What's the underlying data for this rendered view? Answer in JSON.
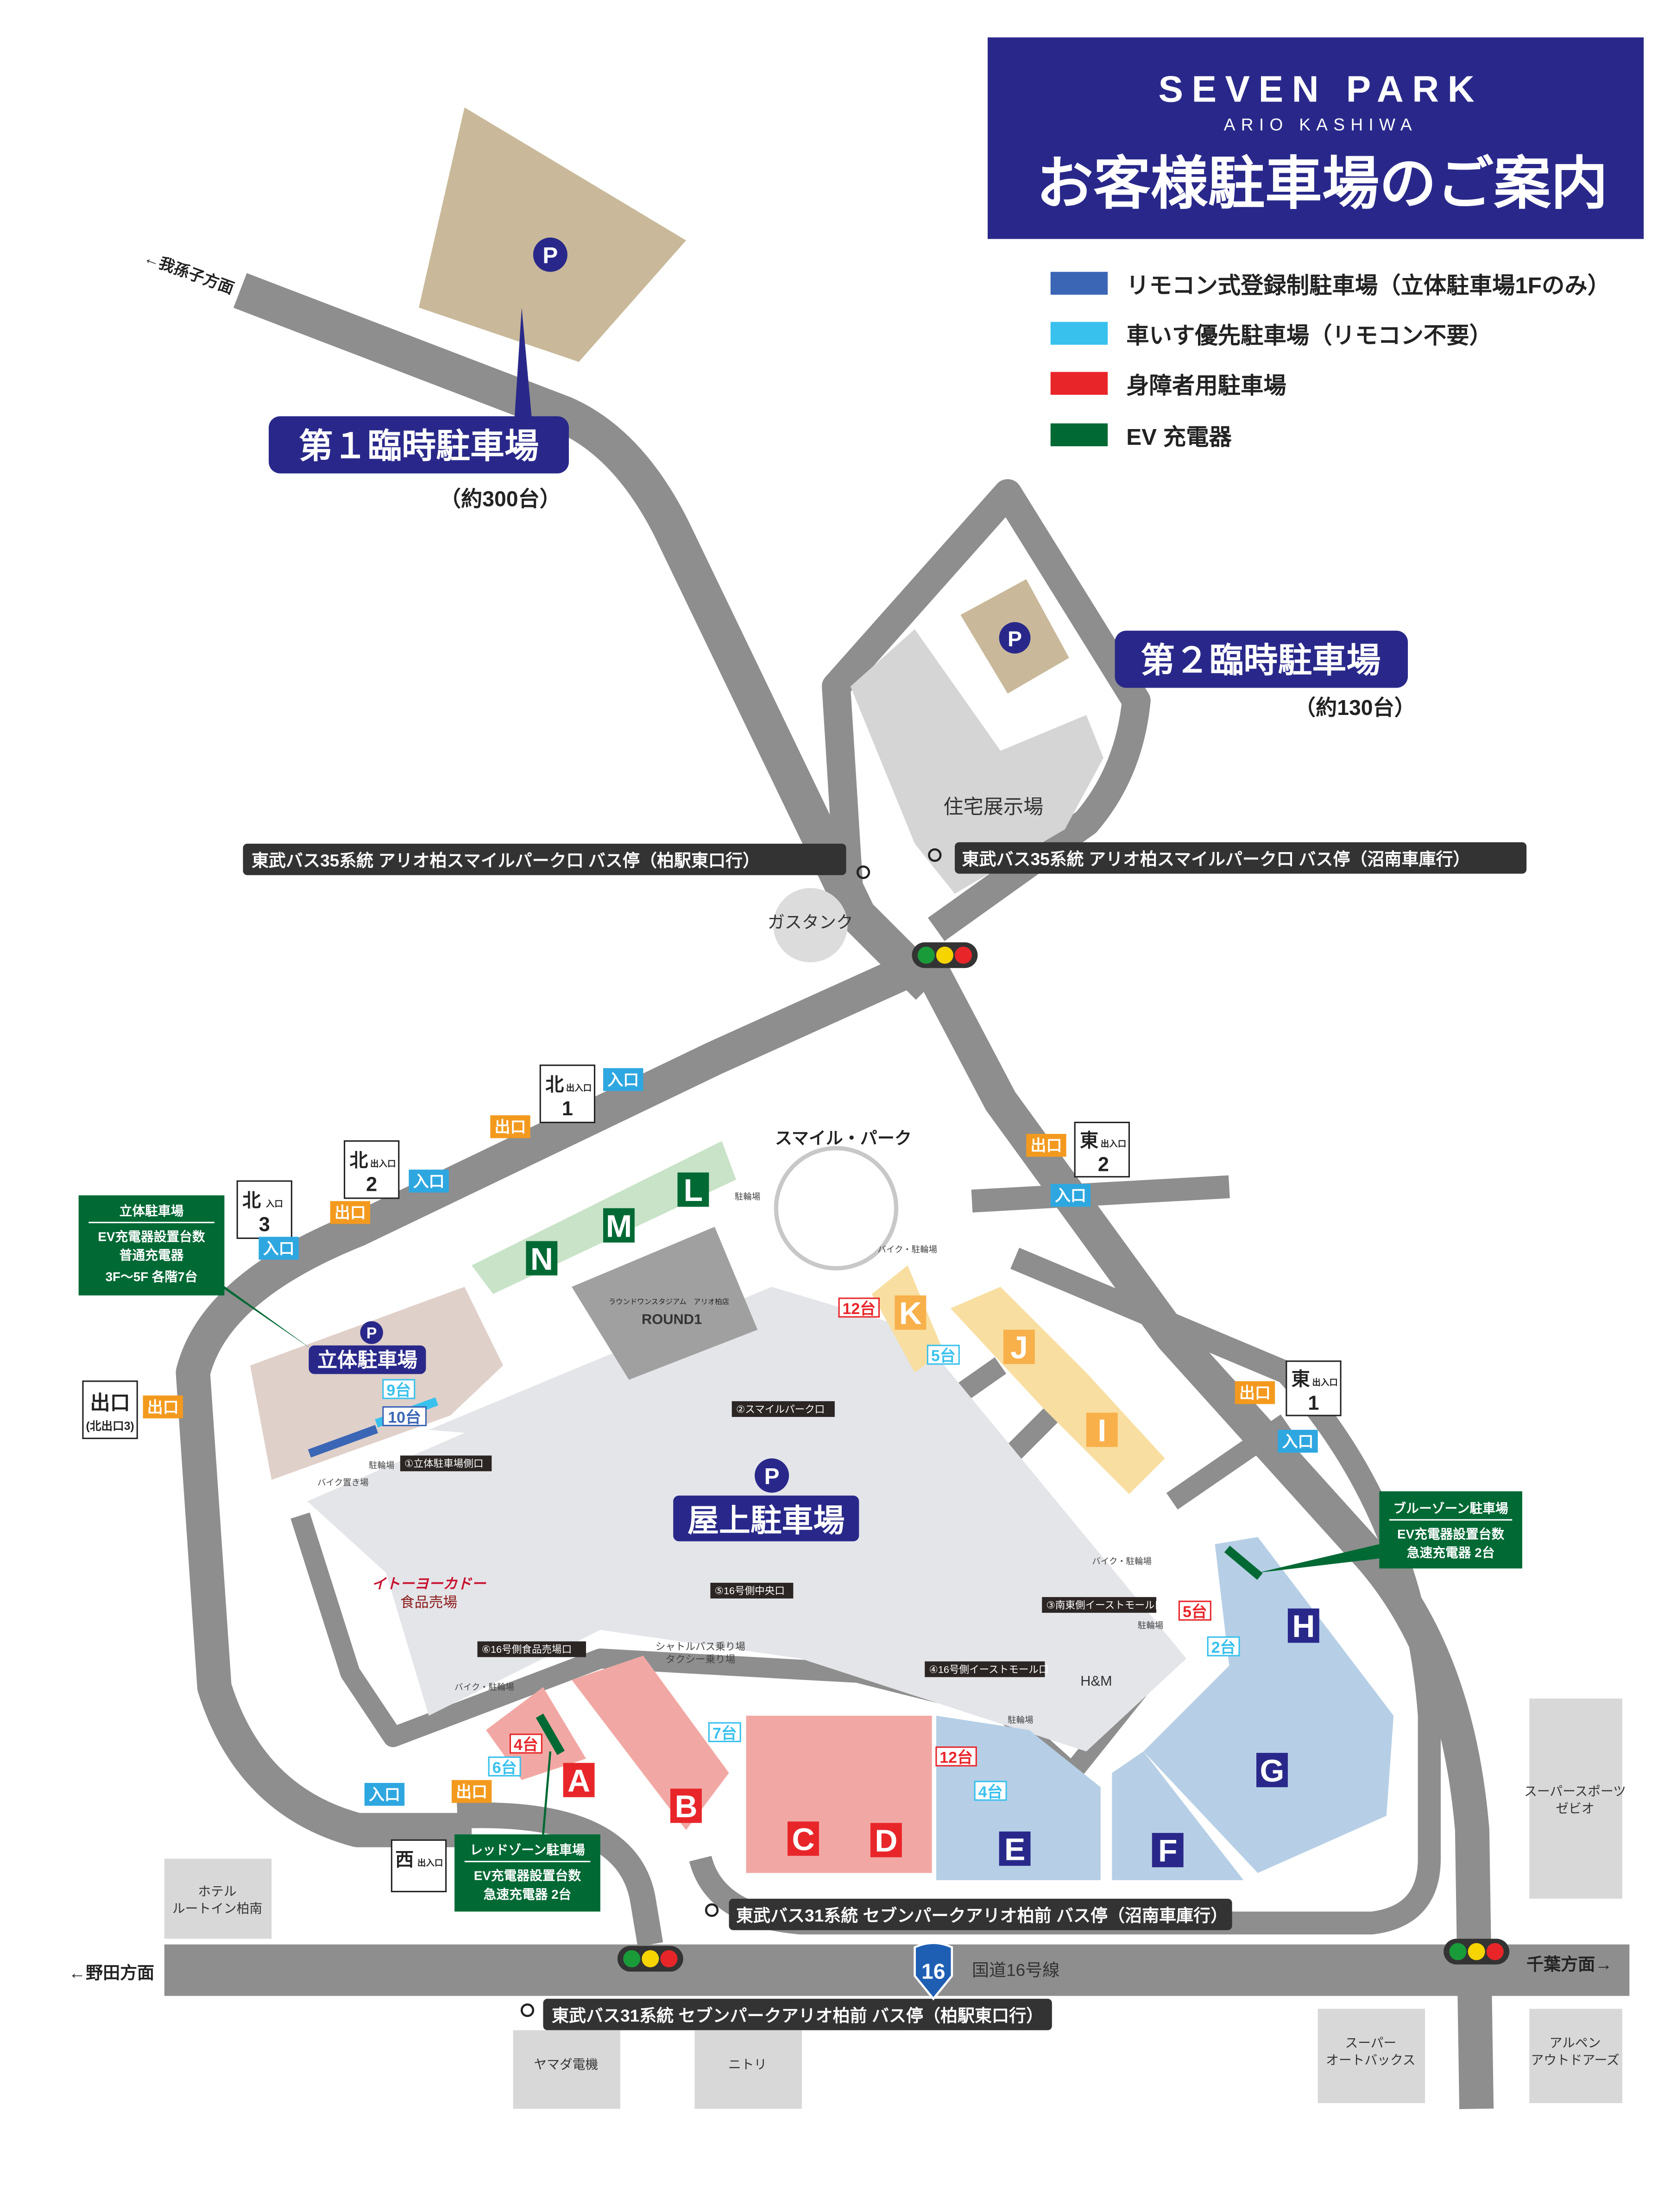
{
  "header": {
    "brand": "SEVEN PARK",
    "sub_brand": "ARIO KASHIWA",
    "title": "お客様駐車場のご案内",
    "color": "#29288a"
  },
  "legend": [
    {
      "label": "リモコン式登録制駐車場（立体駐車場1Fのみ）",
      "color": "#3a66b5"
    },
    {
      "label": "車いす優先駐車場（リモコン不要）",
      "color": "#39c1ee"
    },
    {
      "label": "身障者用駐車場",
      "color": "#e8262a"
    },
    {
      "label": "EV 充電器",
      "color": "#006934"
    }
  ],
  "lots": {
    "temp1": {
      "label": "第１臨時駐車場",
      "capacity": "（約300台）"
    },
    "temp2": {
      "label": "第２臨時駐車場",
      "capacity": "（約130台）"
    },
    "multistory": "立体駐車場",
    "rooftop": "屋上駐車場",
    "parking_icon": "P"
  },
  "zones": {
    "A": "A",
    "B": "B",
    "C": "C",
    "D": "D",
    "E": "E",
    "F": "F",
    "G": "G",
    "H": "H",
    "I": "I",
    "J": "J",
    "K": "K",
    "L": "L",
    "M": "M",
    "N": "N"
  },
  "counts": {
    "ms_wheel": "9台",
    "ms_remote": "10台",
    "k_red": "12台",
    "k_wheel": "5台",
    "b_wheel": "7台",
    "a_wheel": "6台",
    "a_red": "4台",
    "e_red": "12台",
    "e_wheel": "4台",
    "h_red": "5台",
    "h_wheel": "2台"
  },
  "gates": {
    "in": "入口",
    "out": "出口",
    "north1": {
      "dir": "北",
      "type": "出入口",
      "num": "1"
    },
    "north2": {
      "dir": "北",
      "type": "出入口",
      "num": "2"
    },
    "north3": {
      "dir": "北",
      "type": "入口",
      "num": "3"
    },
    "north_exit3": {
      "main": "出口",
      "sub": "(北出口3)"
    },
    "east2": {
      "dir": "東",
      "type": "出入口",
      "num": "2"
    },
    "east1": {
      "dir": "東",
      "type": "出入口",
      "num": "1"
    },
    "west": {
      "dir": "西",
      "type": "出入口"
    }
  },
  "ev_boxes": {
    "multistory": {
      "title": "立体駐車場",
      "lines": [
        "EV充電器設置台数",
        "普通充電器",
        "3F～5F 各階7台"
      ]
    },
    "blue_zone": {
      "title": "ブルーゾーン駐車場",
      "lines": [
        "EV充電器設置台数",
        "急速充電器 2台"
      ]
    },
    "red_zone": {
      "title": "レッドゾーン駐車場",
      "lines": [
        "EV充電器設置台数",
        "急速充電器 2台"
      ]
    }
  },
  "bus_stops": [
    "東武バス35系統 アリオ柏スマイルパーク口 バス停（柏駅東口行）",
    "東武バス35系統 アリオ柏スマイルパーク口 バス停（沼南車庫行）",
    "東武バス31系統 セブンパークアリオ柏前 バス停（沼南車庫行）",
    "東武バス31系統 セブンパークアリオ柏前 バス停（柏駅東口行）"
  ],
  "mall_entrances": [
    "①立体駐車場側口",
    "②スマイルパーク口",
    "③南東側イーストモール口",
    "④16号側イーストモール口",
    "⑤16号側中央口",
    "⑥16号側食品売場口"
  ],
  "landmarks": {
    "housing": "住宅展示場",
    "gas_tank": "ガスタンク",
    "smile_park": "スマイル・パーク",
    "round1_name": "ラウンドワンスタジアム　アリオ柏店",
    "round1_logo": "ROUND1",
    "ito_logo": "イトーヨーカドー",
    "ito_food": "食品売場",
    "hm": "H&M",
    "shuttle": "シャトルバス乗り場",
    "taxi": "タクシー乗り場",
    "bike": "バイク・駐輪場",
    "bicycle": "駐輪場",
    "bike_area": "バイク置き場"
  },
  "directions": {
    "abiko": "←我孫子方面",
    "noda": "←野田方面",
    "chiba": "千葉方面→",
    "route_name": "国道16号線",
    "route_num": "16"
  },
  "nearby": {
    "hotel": [
      "ホテル",
      "ルートイン柏南"
    ],
    "yamada": "ヤマダ電機",
    "nitori": "ニトリ",
    "autobacs": [
      "スーパー",
      "オートバックス"
    ],
    "alpen": [
      "アルペン",
      "アウトドアーズ"
    ],
    "xebio": [
      "スーパースポーツ",
      "ゼビオ"
    ]
  }
}
